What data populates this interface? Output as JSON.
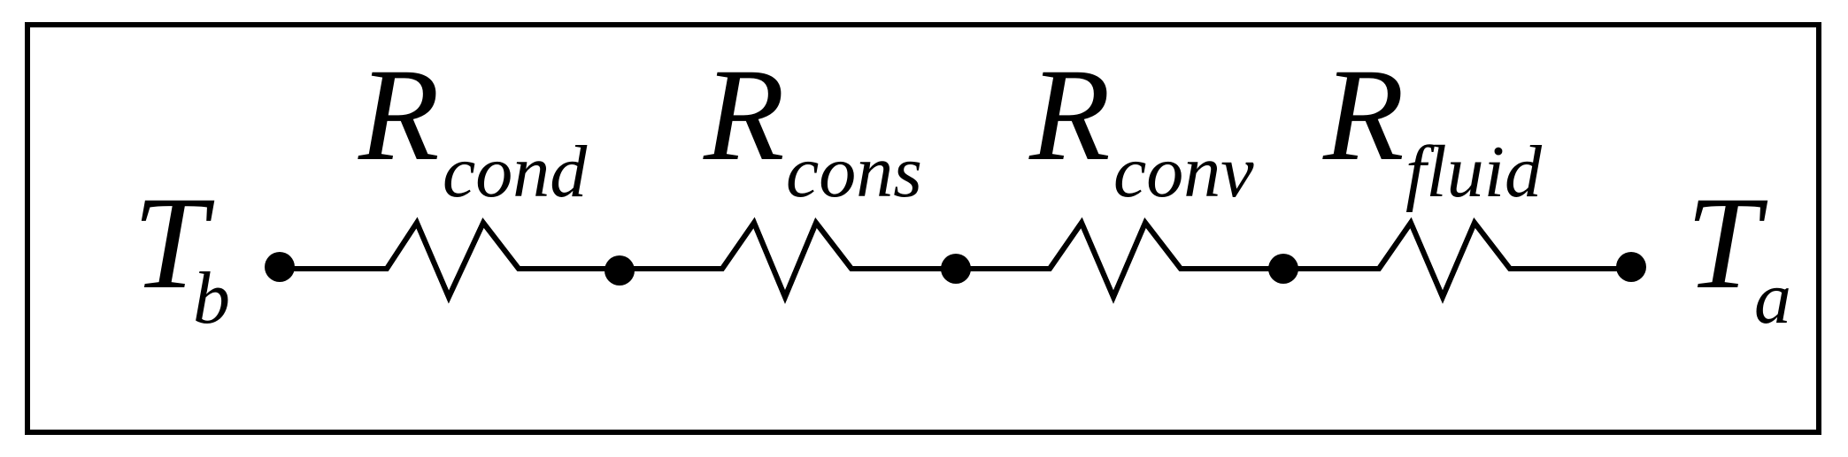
{
  "colors": {
    "background": "#ffffff",
    "stroke": "#000000"
  },
  "terminals": {
    "left": {
      "main": "T",
      "sub": "b"
    },
    "right": {
      "main": "T",
      "sub": "a"
    }
  },
  "resistors": [
    {
      "main": "R",
      "sub": "cond"
    },
    {
      "main": "R",
      "sub": "cons"
    },
    {
      "main": "R",
      "sub": "conv"
    },
    {
      "main": "R",
      "sub": "fluid"
    }
  ]
}
